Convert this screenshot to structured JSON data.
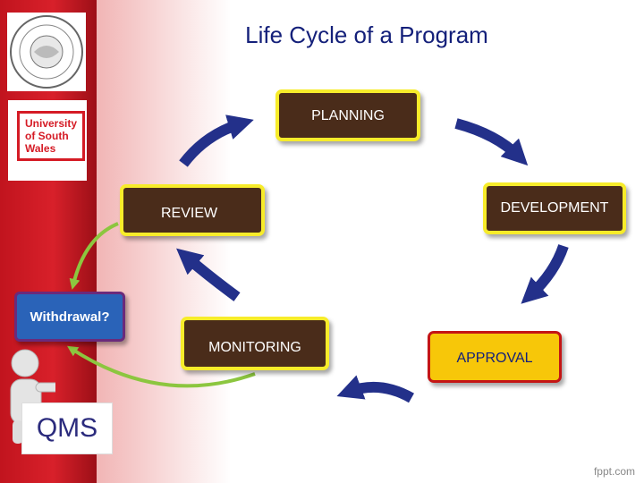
{
  "title": "Life Cycle of a Program",
  "cycle": {
    "planning": "PLANNING",
    "development": "DEVELOPMENT",
    "approval": "APPROVAL",
    "monitoring": "MONITORING",
    "review": "REVIEW"
  },
  "withdrawal": "Withdrawal?",
  "qms": "QMS",
  "logos": {
    "usw": [
      "University",
      "of South",
      "Wales"
    ]
  },
  "footer": "fppt.com",
  "colors": {
    "accent_red": "#d51b25",
    "box_border_yellow": "#f7ec2a",
    "box_fill_brown": "#4a2c1a",
    "arrow_blue": "#23308a",
    "arrow_green": "#8cc63f",
    "title_blue": "#14207a"
  }
}
